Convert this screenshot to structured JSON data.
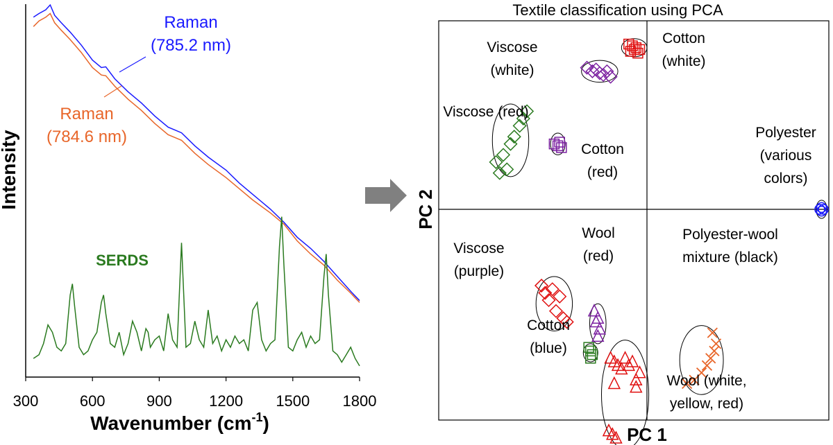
{
  "chart_data": [
    {
      "type": "line",
      "title": "",
      "xlabel": "Wavenumber (cm",
      "xlabel_sup": "-1",
      "xlabel_end": ")",
      "ylabel": "Intensity",
      "xlim": [
        300,
        1800
      ],
      "ylim": [
        0,
        1
      ],
      "grid": false,
      "xticks": [
        "300",
        "600",
        "900",
        "1200",
        "1500",
        "1800"
      ],
      "xtick_values": [
        300,
        600,
        900,
        1200,
        1500,
        1800
      ],
      "colors": {
        "raman_785": "#1a1aff",
        "raman_784": "#e8662a",
        "serds": "#2a7a1f"
      },
      "series": [
        {
          "key": "raman_785",
          "label_lines": [
            "Raman",
            "(785.2 nm)"
          ],
          "x": [
            335,
            360,
            390,
            410,
            430,
            460,
            500,
            550,
            600,
            640,
            660,
            700,
            760,
            820,
            880,
            940,
            1000,
            1060,
            1120,
            1200,
            1260,
            1320,
            1400,
            1460,
            1520,
            1580,
            1640,
            1700,
            1760,
            1800
          ],
          "y": [
            0.965,
            0.975,
            0.985,
            0.998,
            0.97,
            0.95,
            0.925,
            0.89,
            0.85,
            0.83,
            0.832,
            0.8,
            0.765,
            0.735,
            0.7,
            0.67,
            0.655,
            0.62,
            0.59,
            0.555,
            0.52,
            0.49,
            0.45,
            0.415,
            0.375,
            0.345,
            0.31,
            0.27,
            0.23,
            0.205
          ]
        },
        {
          "key": "raman_784",
          "label_lines": [
            "Raman",
            "(784.6 nm)"
          ],
          "x": [
            335,
            360,
            390,
            410,
            430,
            460,
            500,
            550,
            600,
            640,
            660,
            700,
            760,
            820,
            880,
            940,
            1000,
            1060,
            1120,
            1200,
            1260,
            1320,
            1400,
            1460,
            1520,
            1580,
            1640,
            1700,
            1760,
            1800
          ],
          "y": [
            0.94,
            0.955,
            0.965,
            0.975,
            0.95,
            0.93,
            0.905,
            0.87,
            0.83,
            0.81,
            0.808,
            0.78,
            0.745,
            0.715,
            0.68,
            0.65,
            0.635,
            0.6,
            0.57,
            0.535,
            0.505,
            0.475,
            0.44,
            0.41,
            0.365,
            0.33,
            0.3,
            0.26,
            0.225,
            0.2
          ]
        },
        {
          "key": "serds",
          "label_lines": [
            "SERDS"
          ],
          "x": [
            335,
            360,
            380,
            400,
            420,
            440,
            460,
            480,
            500,
            510,
            520,
            540,
            560,
            580,
            600,
            620,
            640,
            650,
            660,
            680,
            700,
            720,
            740,
            760,
            780,
            800,
            820,
            840,
            850,
            860,
            880,
            900,
            920,
            940,
            960,
            980,
            1000,
            1020,
            1040,
            1060,
            1080,
            1100,
            1120,
            1140,
            1160,
            1180,
            1200,
            1220,
            1240,
            1260,
            1280,
            1300,
            1320,
            1340,
            1360,
            1380,
            1400,
            1420,
            1440,
            1450,
            1460,
            1480,
            1500,
            1520,
            1540,
            1560,
            1580,
            1600,
            1620,
            1640,
            1650,
            1660,
            1680,
            1700,
            1720,
            1740,
            1760,
            1780,
            1800
          ],
          "y": [
            0.05,
            0.06,
            0.09,
            0.14,
            0.12,
            0.08,
            0.07,
            0.09,
            0.22,
            0.25,
            0.19,
            0.08,
            0.06,
            0.07,
            0.1,
            0.12,
            0.2,
            0.22,
            0.17,
            0.09,
            0.08,
            0.12,
            0.06,
            0.09,
            0.15,
            0.12,
            0.07,
            0.13,
            0.12,
            0.08,
            0.1,
            0.11,
            0.07,
            0.17,
            0.1,
            0.08,
            0.36,
            0.08,
            0.09,
            0.15,
            0.1,
            0.08,
            0.18,
            0.09,
            0.11,
            0.07,
            0.1,
            0.08,
            0.11,
            0.09,
            0.1,
            0.07,
            0.18,
            0.2,
            0.1,
            0.07,
            0.09,
            0.1,
            0.35,
            0.43,
            0.3,
            0.08,
            0.07,
            0.1,
            0.12,
            0.08,
            0.11,
            0.09,
            0.1,
            0.27,
            0.33,
            0.22,
            0.07,
            0.06,
            0.04,
            0.06,
            0.08,
            0.05,
            0.03
          ]
        }
      ]
    },
    {
      "type": "scatter",
      "title": "Textile classification using PCA",
      "xlabel": "PC 1",
      "ylabel": "PC 2",
      "xlim": [
        -1,
        1
      ],
      "ylim": [
        -1,
        1
      ],
      "grid": false,
      "axes_lines": "zero-crossing",
      "arrow_icon": "right-arrow-icon",
      "groups": [
        {
          "label_lines": [
            "Cotton",
            "(white)"
          ],
          "marker": "square",
          "color": "#e01010",
          "x": [
            -0.1,
            -0.08,
            -0.06,
            -0.04,
            -0.09,
            -0.05,
            -0.07
          ],
          "y": [
            0.91,
            0.9,
            0.89,
            0.88,
            0.87,
            0.86,
            0.88
          ],
          "ellipse": {
            "cx": -0.07,
            "cy": 0.89,
            "rx": 0.07,
            "ry": 0.05
          }
        },
        {
          "label_lines": [
            "Viscose",
            "(white)"
          ],
          "marker": "diamond",
          "color": "#7a1fa0",
          "x": [
            -0.33,
            -0.3,
            -0.28,
            -0.26,
            -0.24,
            -0.22,
            -0.2
          ],
          "y": [
            0.78,
            0.76,
            0.77,
            0.75,
            0.74,
            0.76,
            0.73
          ],
          "ellipse": {
            "cx": -0.26,
            "cy": 0.76,
            "rx": 0.1,
            "ry": 0.06
          }
        },
        {
          "label_lines": [
            "Viscose (red)"
          ],
          "marker": "diamond",
          "color": "#2a7a1f",
          "x": [
            -0.83,
            -0.81,
            -0.79,
            -0.77,
            -0.75,
            -0.73,
            -0.7,
            -0.68,
            -0.66
          ],
          "y": [
            0.26,
            0.2,
            0.3,
            0.22,
            0.36,
            0.4,
            0.46,
            0.5,
            0.54
          ],
          "ellipse": {
            "cx": -0.75,
            "cy": 0.38,
            "rx": 0.1,
            "ry": 0.2
          }
        },
        {
          "label_lines": [
            "Cotton",
            "(red)"
          ],
          "marker": "square",
          "color": "#7a1fa0",
          "x": [
            -0.51,
            -0.49,
            -0.48,
            -0.47
          ],
          "y": [
            0.36,
            0.35,
            0.37,
            0.34
          ],
          "ellipse": {
            "cx": -0.49,
            "cy": 0.36,
            "rx": 0.04,
            "ry": 0.06
          }
        },
        {
          "label_lines": [
            "Polyester",
            "(various",
            "colors)"
          ],
          "marker": "circle",
          "color": "#1a1aff",
          "x": [
            0.95,
            0.96,
            0.97,
            0.96
          ],
          "y": [
            0.0,
            0.01,
            0.0,
            -0.01
          ],
          "ellipse": {
            "cx": 0.96,
            "cy": 0.0,
            "rx": 0.03,
            "ry": 0.05
          }
        },
        {
          "label_lines": [
            "Viscose",
            "(purple)"
          ],
          "marker": "diamond",
          "color": "#e01010",
          "x": [
            -0.58,
            -0.56,
            -0.54,
            -0.52,
            -0.5,
            -0.48,
            -0.46,
            -0.44
          ],
          "y": [
            -0.42,
            -0.46,
            -0.5,
            -0.44,
            -0.56,
            -0.48,
            -0.6,
            -0.62
          ],
          "ellipse": {
            "cx": -0.51,
            "cy": -0.52,
            "rx": 0.1,
            "ry": 0.15
          }
        },
        {
          "label_lines": [
            "Wool",
            "(red)"
          ],
          "marker": "triangle",
          "color": "#7a1fa0",
          "x": [
            -0.29,
            -0.28,
            -0.27,
            -0.26,
            -0.27
          ],
          "y": [
            -0.56,
            -0.62,
            -0.6,
            -0.66,
            -0.7
          ],
          "ellipse": {
            "cx": -0.27,
            "cy": -0.63,
            "rx": 0.045,
            "ry": 0.11
          }
        },
        {
          "label_lines": [
            "Cotton",
            "(blue)"
          ],
          "marker": "square",
          "color": "#2a7a1f",
          "x": [
            -0.32,
            -0.31,
            -0.3,
            -0.31
          ],
          "y": [
            -0.76,
            -0.78,
            -0.8,
            -0.82
          ],
          "ellipse": {
            "cx": -0.31,
            "cy": -0.79,
            "rx": 0.04,
            "ry": 0.05
          }
        },
        {
          "label_lines": [
            "Wool (white,",
            "yellow, red)"
          ],
          "marker": "triangle",
          "color": "#e01010",
          "x": [
            -0.2,
            -0.18,
            -0.16,
            -0.14,
            -0.12,
            -0.1,
            -0.08,
            -0.06,
            -0.04,
            -0.18,
            -0.06,
            -0.21,
            -0.19,
            -0.17
          ],
          "y": [
            -0.82,
            -0.84,
            -0.86,
            -0.88,
            -0.82,
            -0.86,
            -0.84,
            -0.94,
            -0.9,
            -0.96,
            -0.98,
            -1.22,
            -1.24,
            -1.26
          ],
          "ellipse": {
            "cx": -0.12,
            "cy": -1.02,
            "rx": 0.13,
            "ry": 0.3
          }
        },
        {
          "label_lines": [
            "Polyester-wool",
            "mixture (black)"
          ],
          "marker": "cross",
          "color": "#e8662a",
          "x": [
            0.22,
            0.26,
            0.3,
            0.33,
            0.35,
            0.37,
            0.38,
            0.36
          ],
          "y": [
            -0.96,
            -0.94,
            -0.9,
            -0.86,
            -0.82,
            -0.78,
            -0.74,
            -0.68
          ],
          "ellipse": {
            "cx": 0.3,
            "cy": -0.83,
            "rx": 0.12,
            "ry": 0.19
          }
        }
      ]
    }
  ]
}
